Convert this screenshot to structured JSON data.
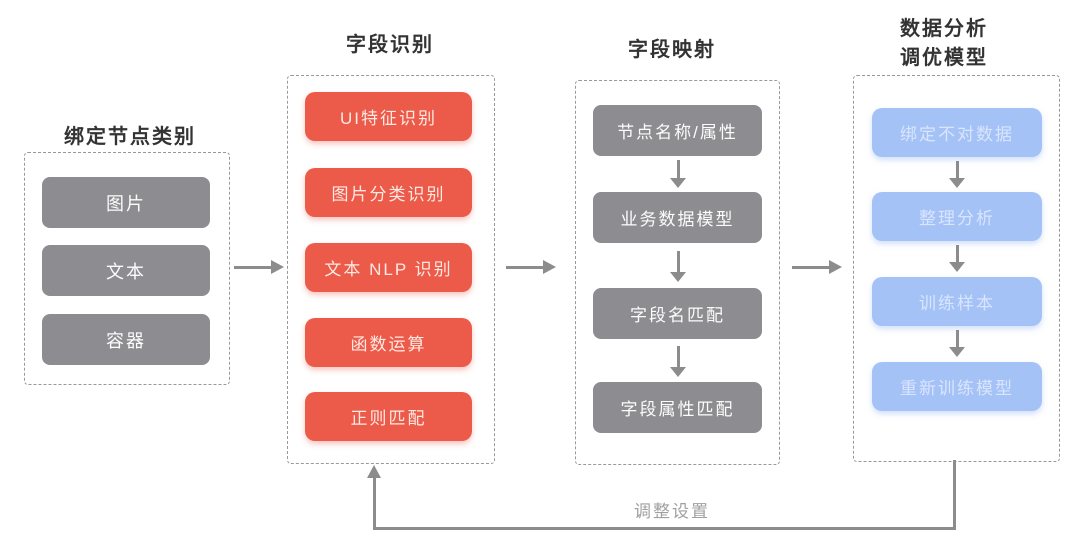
{
  "diagram": {
    "columns": [
      {
        "title": "绑定节点类别",
        "node_color": "#8d8d91",
        "items": [
          {
            "label": "图片"
          },
          {
            "label": "文本"
          },
          {
            "label": "容器"
          }
        ]
      },
      {
        "title": "字段识别",
        "node_color": "#ec5a4a",
        "items": [
          {
            "label": "UI特征识别"
          },
          {
            "label": "图片分类识别"
          },
          {
            "label": "文本 NLP 识别"
          },
          {
            "label": "函数运算"
          },
          {
            "label": "正则匹配"
          }
        ]
      },
      {
        "title": "字段映射",
        "node_color": "#8d8d91",
        "items": [
          {
            "label": "节点名称/属性"
          },
          {
            "label": "业务数据模型"
          },
          {
            "label": "字段名匹配"
          },
          {
            "label": "字段属性匹配"
          }
        ]
      },
      {
        "title_line1": "数据分析",
        "title_line2": "调优模型",
        "node_color": "#a5c2f7",
        "items": [
          {
            "label": "绑定不对数据"
          },
          {
            "label": "整理分析"
          },
          {
            "label": "训练样本"
          },
          {
            "label": "重新训练模型"
          }
        ]
      }
    ],
    "feedback_arrow_label": "调整设置",
    "colors": {
      "gray_node": "#8d8d91",
      "red_node": "#ec5a4a",
      "blue_node": "#a5c2f7",
      "blue_node_text": "#d9e5fd",
      "arrow": "#8c8c8c",
      "dashed_border": "#999999",
      "title_text": "#333333",
      "feedback_label_text": "#a0a0a0",
      "background": "#ffffff"
    }
  }
}
